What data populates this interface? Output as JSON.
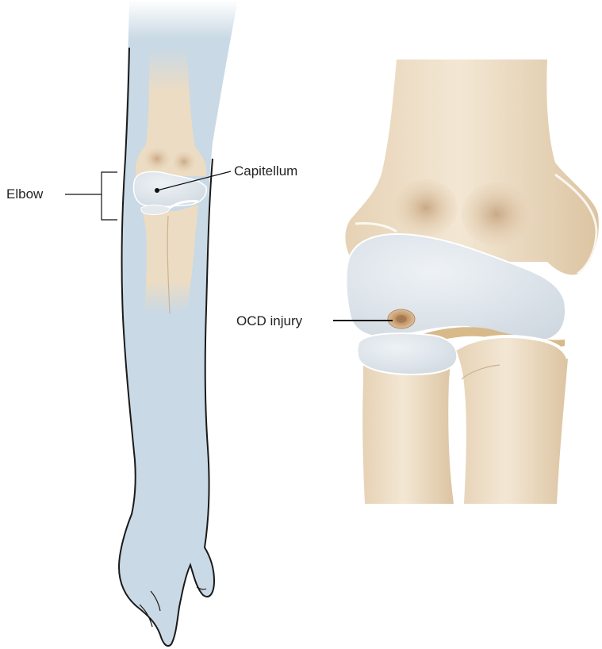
{
  "labels": {
    "elbow": "Elbow",
    "capitellum": "Capitellum",
    "ocd_injury": "OCD injury"
  },
  "colors": {
    "skin": "#c9d9e5",
    "outline": "#1a1a1a",
    "bone": "#ecdcc3",
    "bone_shadow": "#c8ad8a",
    "cartilage": "#dde4ea",
    "cartilage_edge": "#ffffff",
    "injury": "#c79a6c",
    "leader": "#111111"
  }
}
